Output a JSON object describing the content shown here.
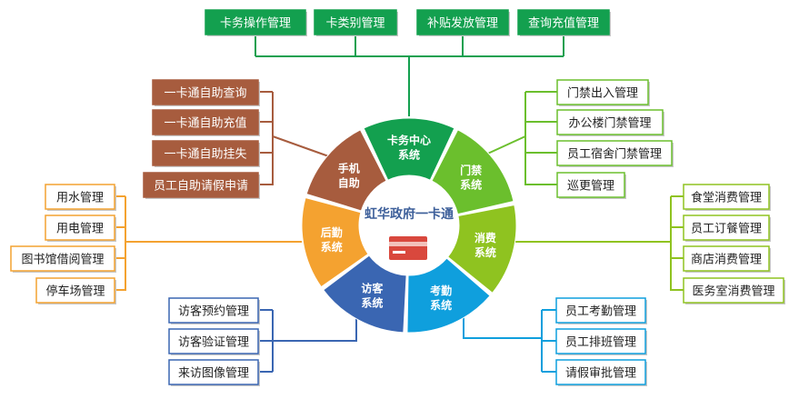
{
  "center": {
    "title": "虹华政府一卡通"
  },
  "colors": {
    "green_dark": "#13a04f",
    "green_light": "#6bbf2d",
    "lime": "#8fc320",
    "blue_light": "#0f9fdd",
    "blue_dark": "#3a66b2",
    "orange": "#f4a230",
    "brown": "#a75c3e",
    "card": "#d9483d"
  },
  "segments": {
    "card_center": {
      "line1": "卡务中心",
      "line2": "系统"
    },
    "access": {
      "line1": "门禁",
      "line2": "系统"
    },
    "consume": {
      "line1": "消费",
      "line2": "系统"
    },
    "attendance": {
      "line1": "考勤",
      "line2": "系统"
    },
    "visitor": {
      "line1": "访客",
      "line2": "系统"
    },
    "logistics": {
      "line1": "后勤",
      "line2": "系统"
    },
    "mobile": {
      "line1": "手机",
      "line2": "自助"
    }
  },
  "top_items": [
    "卡务操作管理",
    "卡类别管理",
    "补贴发放管理",
    "查询充值管理"
  ],
  "access_items": [
    "门禁出入管理",
    "办公楼门禁管理",
    "员工宿舍门禁管理",
    "巡更管理"
  ],
  "consume_items": [
    "食堂消费管理",
    "员工订餐管理",
    "商店消费管理",
    "医务室消费管理"
  ],
  "attendance_items": [
    "员工考勤管理",
    "员工排班管理",
    "请假审批管理"
  ],
  "visitor_items": [
    "访客预约管理",
    "访客验证管理",
    "来访图像管理"
  ],
  "logistics_items": [
    "用水管理",
    "用电管理",
    "图书馆借阅管理",
    "停车场管理"
  ],
  "mobile_items": [
    "一卡通自助查询",
    "一卡通自助充值",
    "一卡通自助挂失",
    "员工自助请假申请"
  ]
}
